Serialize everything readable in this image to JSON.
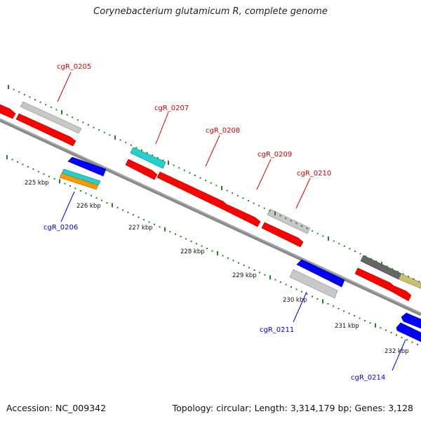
{
  "title": "Corynebacterium glutamicum R, complete genome",
  "footer": {
    "accession": "Accession: NC_009342",
    "summary": "Topology: circular; Length: 3,314,179 bp; Genes: 3,128"
  },
  "colors": {
    "forward_label": "#cc0000",
    "reverse_label": "#0000cc",
    "tick": "#1a8a1a",
    "axis": "#8a8a8a",
    "red": "#ff0000",
    "blue": "#0000ff",
    "grey": "#c8c8c8",
    "dark_grey": "#666666",
    "cyan": "#22d0d0",
    "orange": "#ff9900",
    "khaki": "#c8c070"
  },
  "kbp_labels": [
    "225 kbp",
    "226 kbp",
    "227 kbp",
    "228 kbp",
    "229 kbp",
    "230 kbp",
    "231 kbp",
    "232 kbp"
  ],
  "gene_labels": [
    {
      "text": "cgR_0205",
      "strand": "forward"
    },
    {
      "text": "cgR_0207",
      "strand": "forward"
    },
    {
      "text": "cgR_0208",
      "strand": "forward"
    },
    {
      "text": "cgR_0209",
      "strand": "forward"
    },
    {
      "text": "cgR_0210",
      "strand": "forward"
    },
    {
      "text": "cgR_0206",
      "strand": "reverse"
    },
    {
      "text": "cgR_0211",
      "strand": "reverse"
    },
    {
      "text": "cgR_0214",
      "strand": "reverse"
    }
  ]
}
